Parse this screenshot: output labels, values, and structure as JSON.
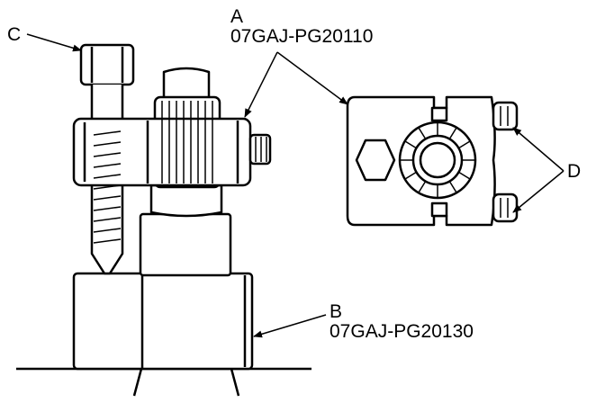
{
  "colors": {
    "ink": "#000000",
    "paper": "#ffffff"
  },
  "callouts": {
    "a": {
      "letter": "A",
      "part_number": "07GAJ-PG20110"
    },
    "b": {
      "letter": "B",
      "part_number": "07GAJ-PG20130"
    },
    "c": {
      "letter": "C"
    },
    "d": {
      "letter": "D"
    }
  }
}
